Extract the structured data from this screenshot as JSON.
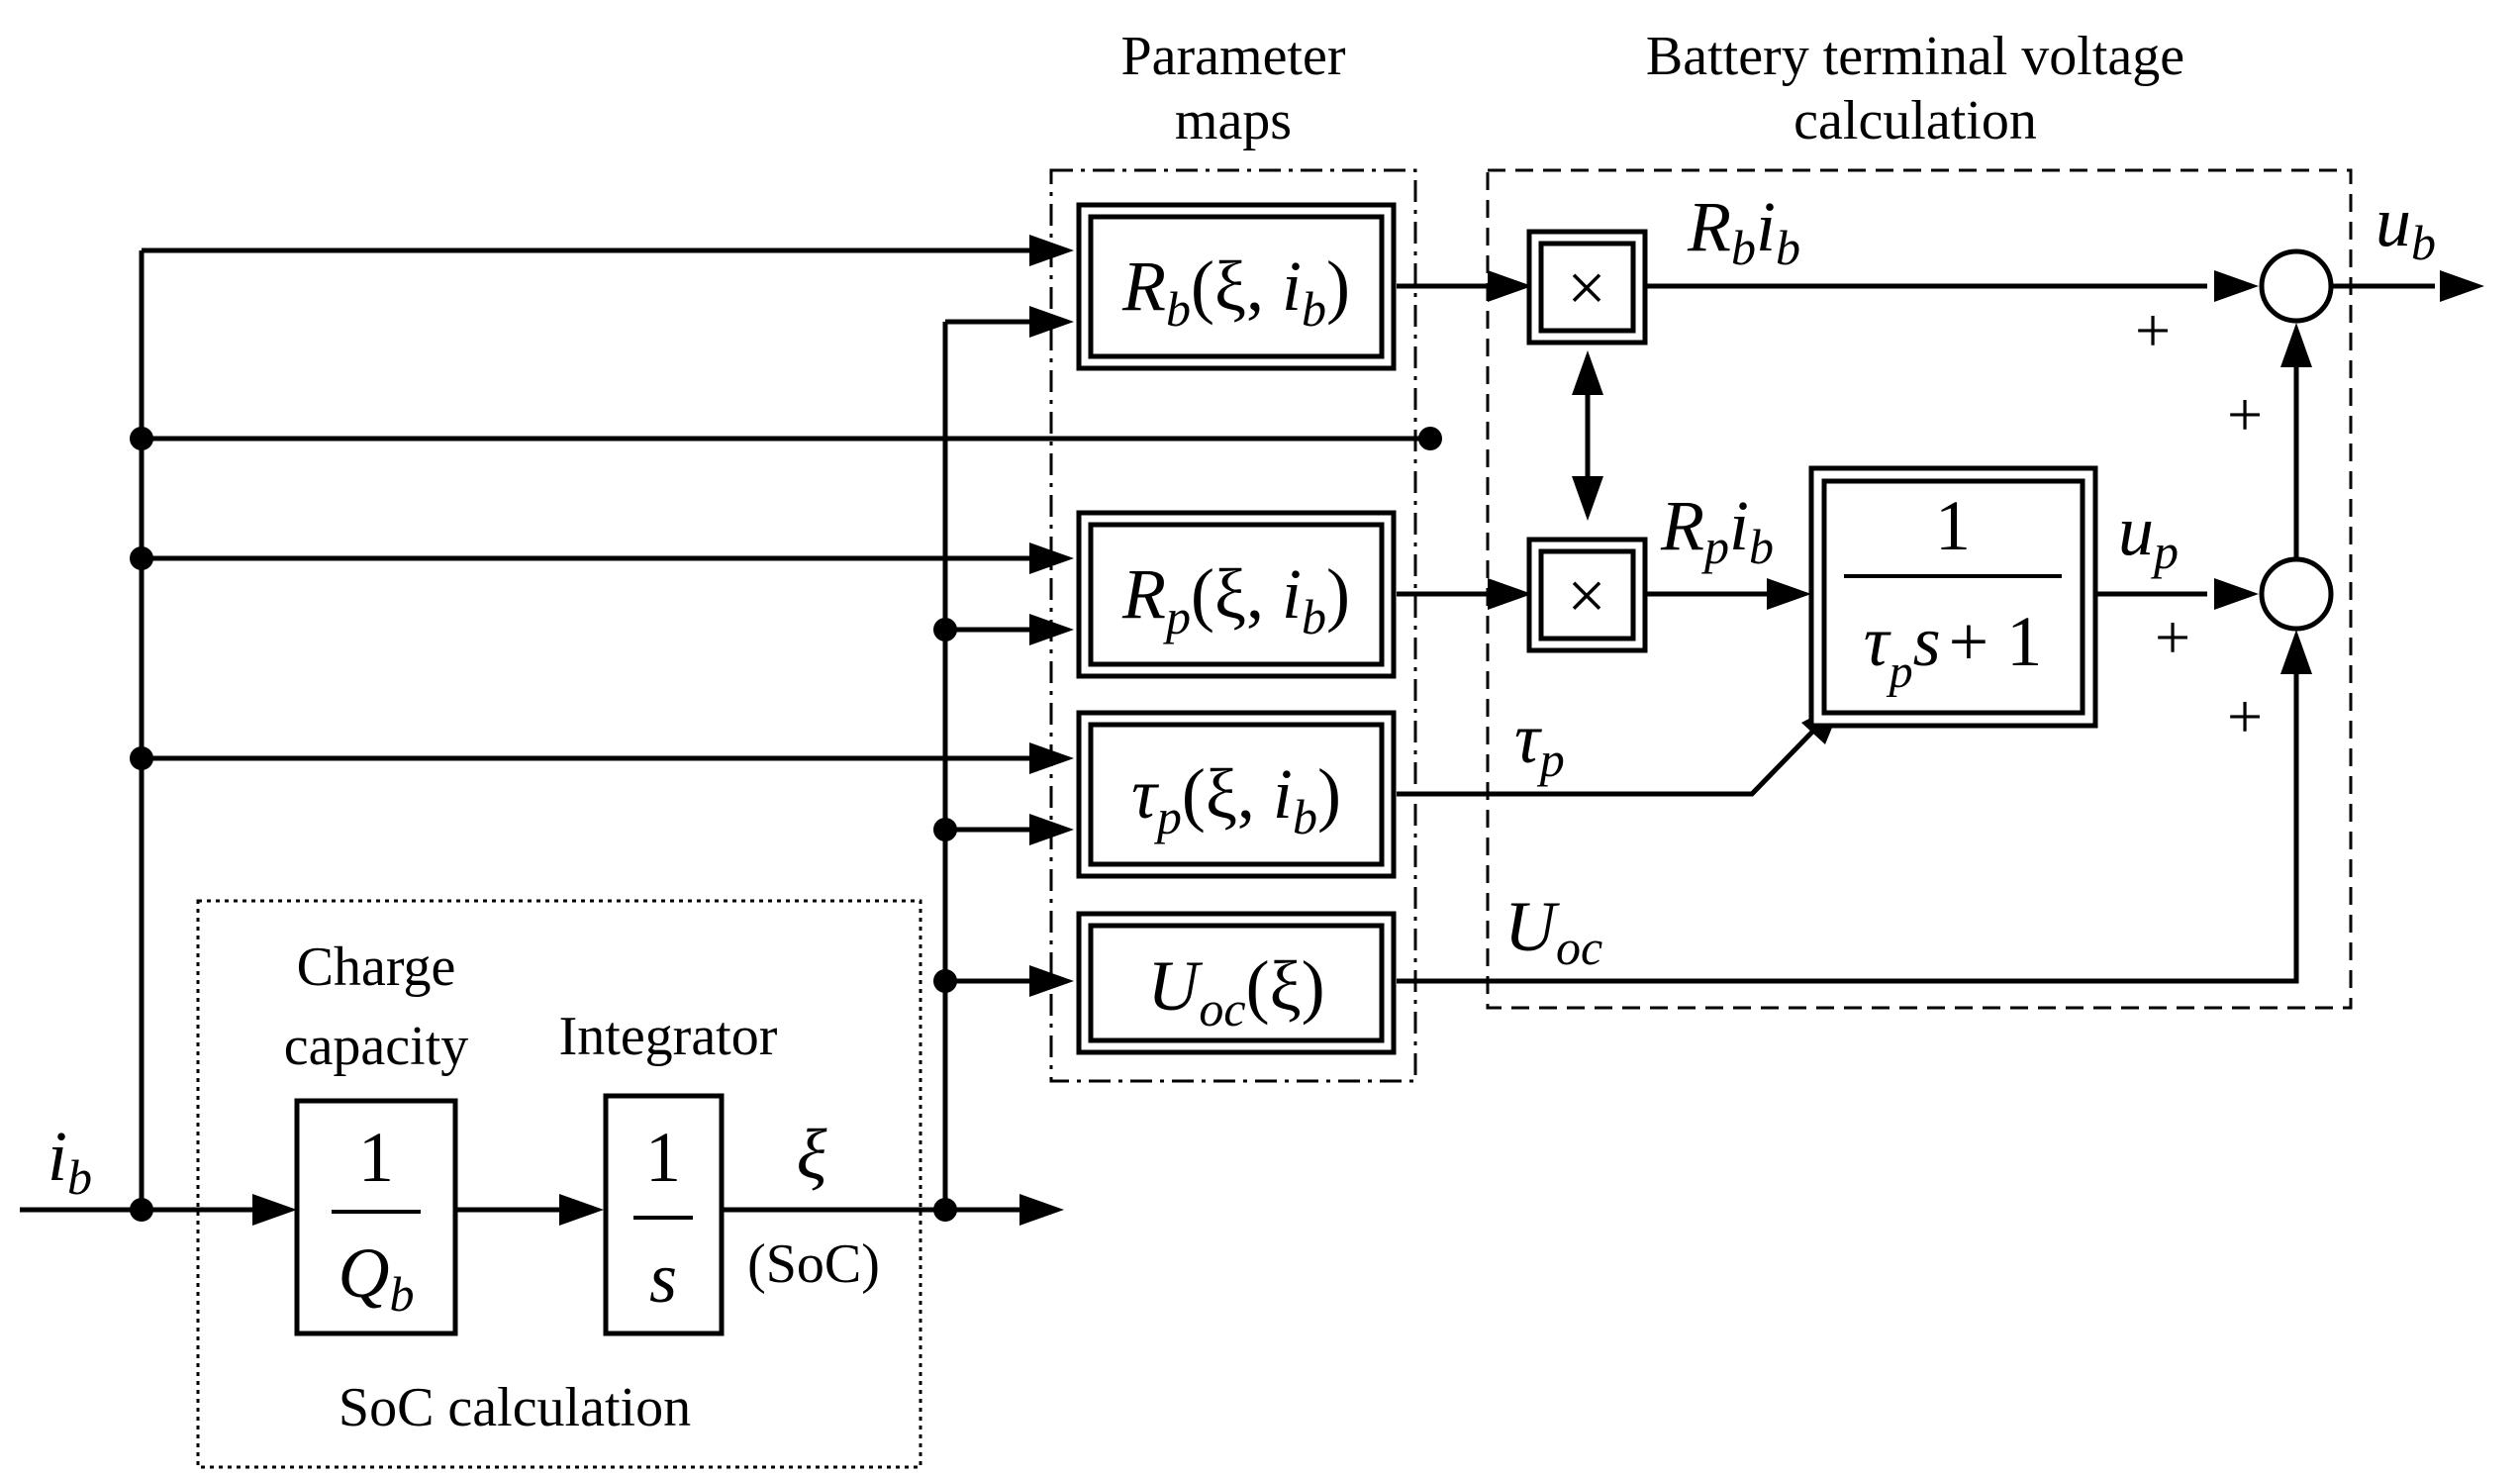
{
  "titles": {
    "param_maps_1": "Parameter",
    "param_maps_2": "maps",
    "battery_1": "Battery terminal voltage",
    "battery_2": "calculation",
    "soc_calc": "SoC calculation",
    "charge_1": "Charge",
    "charge_2": "capacity",
    "integrator": "Integrator"
  },
  "blocks": {
    "rb_map": {
      "fn": "R",
      "sub": "b",
      "args_1": "(ξ, ",
      "arg_var": "i",
      "arg_sub": "b",
      "args_2": ")"
    },
    "rp_map": {
      "fn": "R",
      "sub": "p",
      "args_1": "(ξ, ",
      "arg_var": "i",
      "arg_sub": "b",
      "args_2": ")"
    },
    "tau_map": {
      "fn": "τ",
      "sub": "p",
      "args_1": "(ξ, ",
      "arg_var": "i",
      "arg_sub": "b",
      "args_2": ")"
    },
    "uoc_map": {
      "fn": "U",
      "sub": "oc",
      "args": "(ξ)"
    },
    "multiply": "×",
    "transfer": {
      "num": "1",
      "den_tau": "τ",
      "den_sub": "p",
      "den_s": "s",
      "den_plus": "+ 1"
    },
    "gain": {
      "num": "1",
      "den_var": "Q",
      "den_sub": "b"
    },
    "integ": {
      "num": "1",
      "den": "s"
    }
  },
  "signals": {
    "input_var": "i",
    "input_sub": "b",
    "xi": "ξ",
    "soc": "(SoC)",
    "rb_ib_R": "R",
    "rb_ib_sub": "b",
    "rb_ib_i": "i",
    "rb_ib_isub": "b",
    "rp_ib_R": "R",
    "rp_ib_sub": "p",
    "rp_ib_i": "i",
    "rp_ib_isub": "b",
    "up": "u",
    "up_sub": "p",
    "ub": "u",
    "ub_sub": "b",
    "taup": "τ",
    "taup_sub": "p",
    "uoc": "U",
    "uoc_sub": "oc"
  },
  "signs": {
    "s1": "+",
    "s2": "+",
    "s3": "+",
    "s4": "+"
  }
}
